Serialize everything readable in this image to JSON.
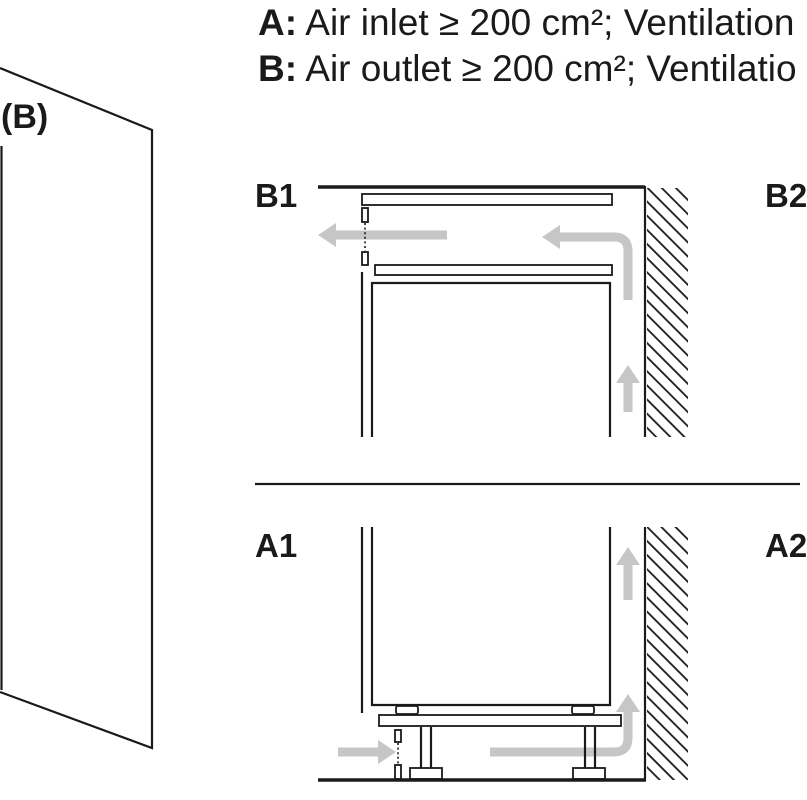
{
  "header": {
    "line_a": "A: Air inlet ≥ 200 cm²; Ventilation",
    "line_b": "B: Air outlet ≥ 200 cm²; Ventilatio"
  },
  "door_panel": {
    "label": "(B)"
  },
  "sections": {
    "b1": "B1",
    "b2": "B2",
    "a1": "A1",
    "a2": "A2"
  },
  "colors": {
    "line": "#1a1a1a",
    "arrow": "#c6c6c6",
    "background": "#ffffff"
  }
}
